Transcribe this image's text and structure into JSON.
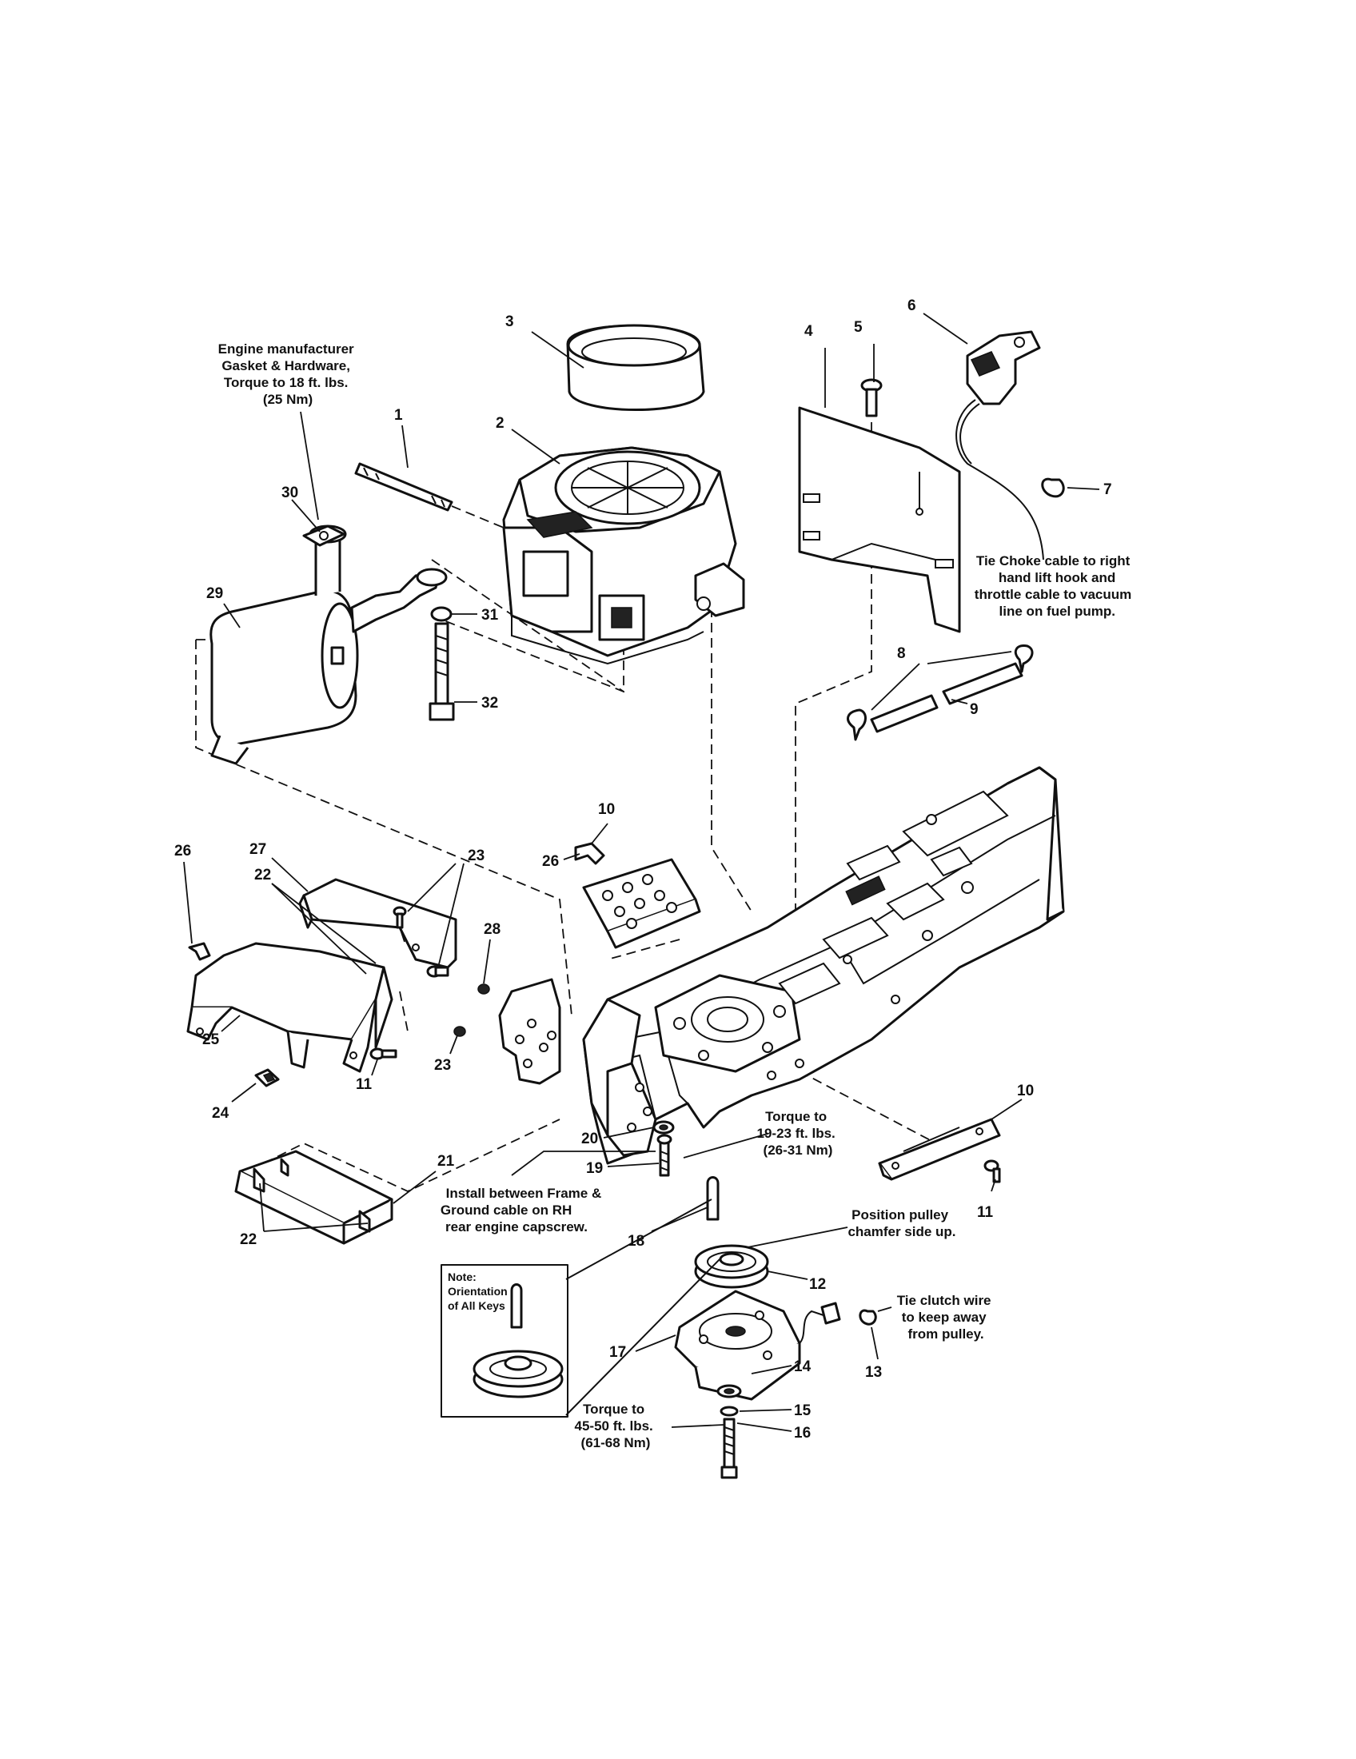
{
  "callouts": {
    "c1": "1",
    "c2": "2",
    "c3": "3",
    "c4": "4",
    "c5": "5",
    "c6": "6",
    "c7": "7",
    "c8": "8",
    "c9": "9",
    "c10a": "10",
    "c10b": "10",
    "c11a": "11",
    "c11b": "11",
    "c12": "12",
    "c13": "13",
    "c14": "14",
    "c15": "15",
    "c16": "16",
    "c17": "17",
    "c18": "18",
    "c19": "19",
    "c20": "20",
    "c21": "21",
    "c22a": "22",
    "c22b": "22",
    "c23a": "23",
    "c23b": "23",
    "c24": "24",
    "c25": "25",
    "c26a": "26",
    "c26b": "26",
    "c27": "27",
    "c28": "28",
    "c29": "29",
    "c30": "30",
    "c31": "31",
    "c32": "32"
  },
  "notes": {
    "engine_mfr": [
      "Engine manufacturer",
      "Gasket & Hardware,",
      "Torque to 18 ft. lbs.",
      "(25 Nm)"
    ],
    "choke": [
      "Tie Choke cable to right",
      "hand lift hook and",
      "throttle cable to vacuum",
      "line on fuel pump."
    ],
    "torque_19_23": [
      "Torque to",
      "19-23 ft. lbs.",
      "(26-31 Nm)"
    ],
    "ground": [
      "Install between Frame &",
      "Ground cable on RH",
      "rear engine capscrew."
    ],
    "pulley": [
      "Position pulley",
      "chamfer side up."
    ],
    "clutch_wire": [
      "Tie clutch wire",
      "to keep away",
      "from pulley."
    ],
    "torque_45_50": [
      "Torque to",
      "45-50 ft. lbs.",
      "(61-68 Nm)"
    ],
    "orientation": [
      "Note:",
      "Orientation",
      "of All Keys"
    ]
  }
}
